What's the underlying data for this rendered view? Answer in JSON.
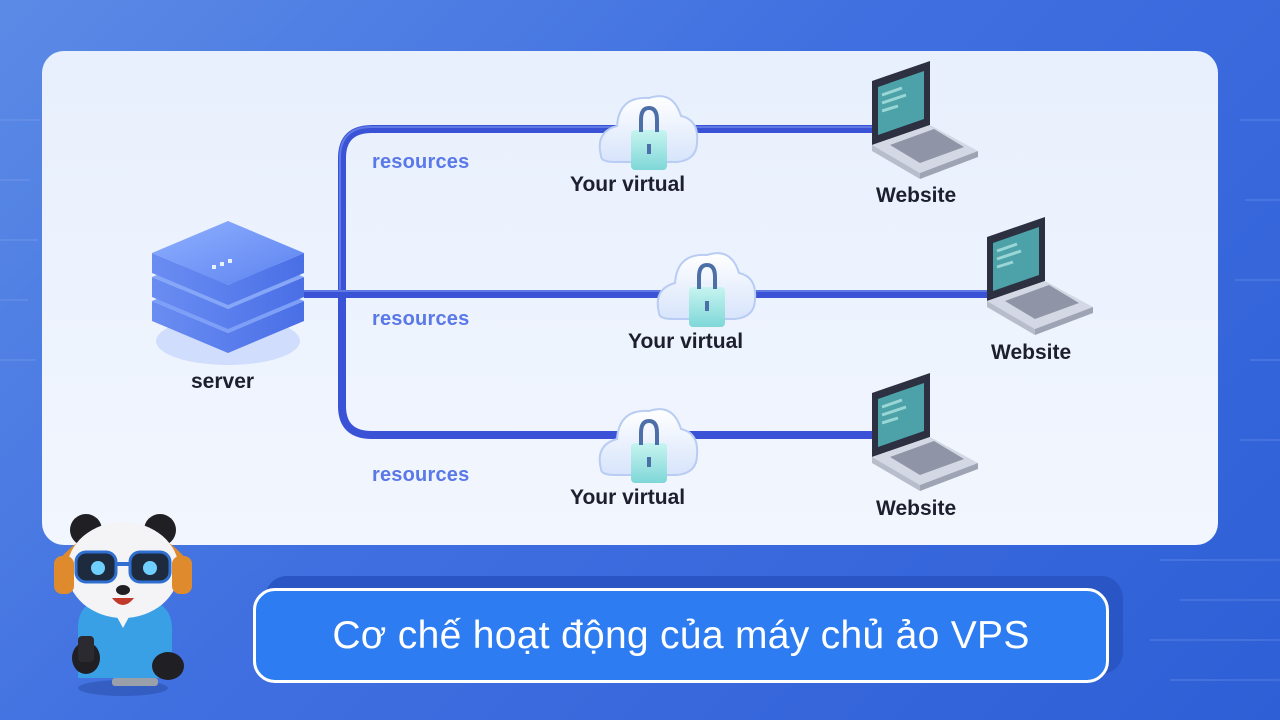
{
  "diagram": {
    "server_label": "server",
    "rows": [
      {
        "resources_label": "resources",
        "virtual_label": "Your virtual",
        "website_label": "Website"
      },
      {
        "resources_label": "resources",
        "virtual_label": "Your virtual",
        "website_label": "Website"
      },
      {
        "resources_label": "resources",
        "virtual_label": "Your virtual",
        "website_label": "Website"
      }
    ]
  },
  "caption": {
    "text": "Cơ chế hoạt động của máy chủ ảo VPS"
  },
  "colors": {
    "background": "#3f6fe0",
    "card": "#eef3fd",
    "line": "#3a52d6",
    "resources_text": "#5a78e8",
    "caption_bg": "#2d7cf2"
  },
  "icons": [
    "server-stack-icon",
    "cloud-lock-icon",
    "laptop-icon",
    "panda-mascot-icon"
  ]
}
